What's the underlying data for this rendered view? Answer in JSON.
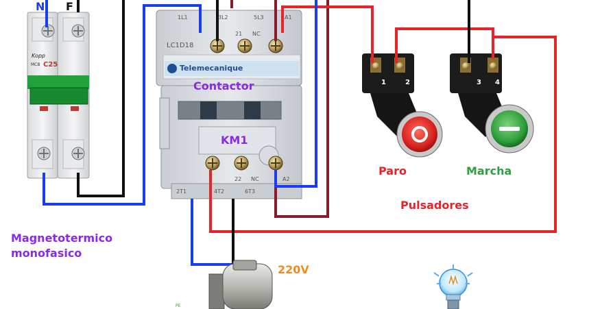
{
  "labels": {
    "neutral": "N",
    "phase": "F",
    "contactor": "Contactor",
    "km1": "KM1",
    "stop": "Paro",
    "start": "Marcha",
    "buttons_group": "Pulsadores",
    "breaker_line1": "Magnetotermico",
    "breaker_line2": "monofasico",
    "voltage": "220V",
    "pe": "PE"
  },
  "breaker": {
    "brand": "Kopp",
    "rating": "C25",
    "model": "MCB"
  },
  "contactor_device": {
    "model": "LC1D18",
    "brand": "Telemecanique",
    "terminals_top": [
      "1L1",
      "3L2",
      "5L3",
      "A1",
      "21",
      "NC"
    ],
    "terminals_bottom": [
      "2T1",
      "4T2",
      "6T3",
      "A2",
      "22",
      "NC"
    ]
  },
  "button_terminals": {
    "stop": [
      "1",
      "2"
    ],
    "start": [
      "3",
      "4"
    ]
  },
  "colors": {
    "blue_wire": "#1a3cf5",
    "black_wire": "#111111",
    "red_wire": "#e8232a",
    "maroon_wire": "#8b1a2b",
    "label_purple": "#8a2be2",
    "label_red": "#e8232a",
    "label_green": "#2ea043",
    "label_orange": "#f08a1c",
    "button_stop_red": "#e02b27",
    "button_start_green": "#2d9e3a"
  }
}
